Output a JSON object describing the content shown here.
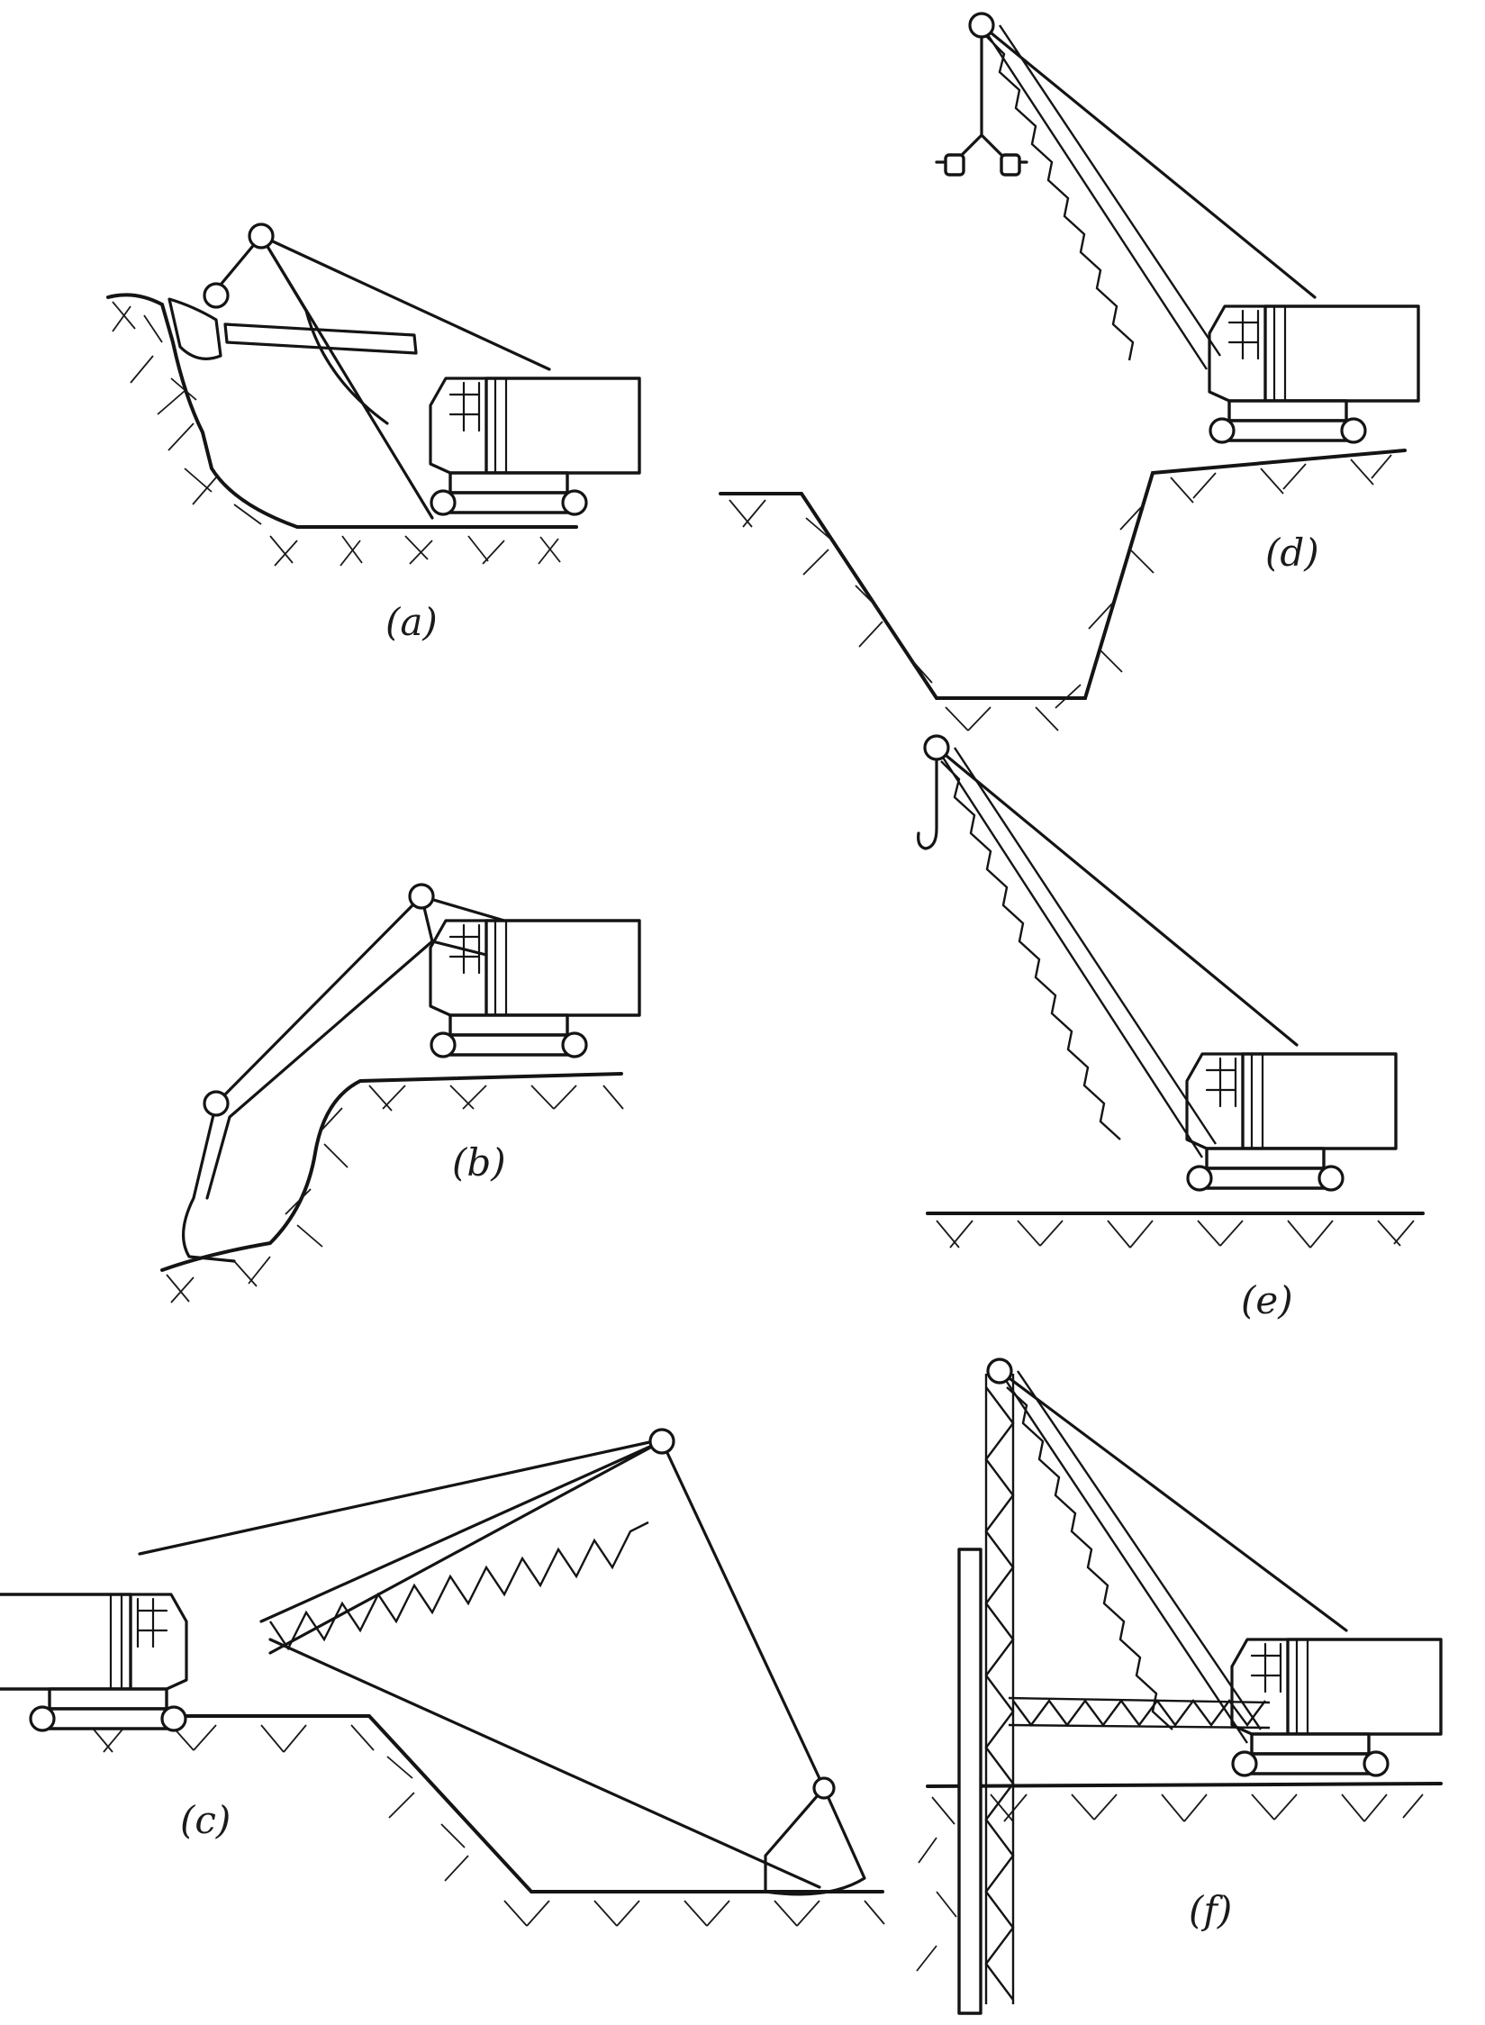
{
  "panels": [
    {
      "id": "a",
      "label": "(a)"
    },
    {
      "id": "b",
      "label": "(b)"
    },
    {
      "id": "c",
      "label": "(c)"
    },
    {
      "id": "d",
      "label": "(d)"
    },
    {
      "id": "e",
      "label": "(e)"
    },
    {
      "id": "f",
      "label": "(f)"
    }
  ],
  "colors": {
    "ink": "#141414",
    "background": "#ffffff"
  }
}
